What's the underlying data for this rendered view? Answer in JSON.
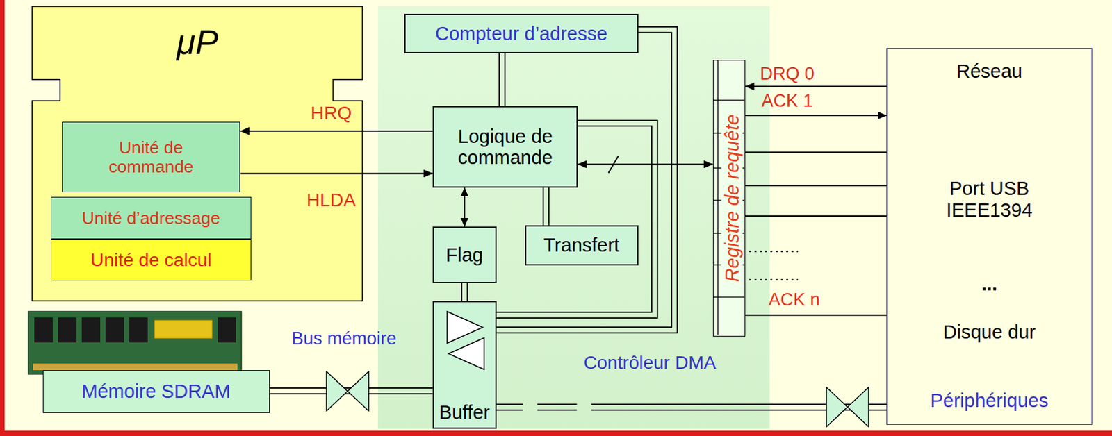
{
  "diagram": {
    "nodes": [
      {
        "text": [
          "μP"
        ]
      },
      {
        "text": [
          "Unité de commande"
        ],
        "in": 0
      },
      {
        "text": [
          "Unité d’adressage"
        ],
        "in": 0
      },
      {
        "text": [
          "Unité de calcul"
        ],
        "in": 0
      },
      {
        "text": [
          "Contrôleur DMA"
        ]
      },
      {
        "text": [
          "Compteur d’adresse"
        ],
        "in": 4
      },
      {
        "text": [
          "Logique de commande"
        ],
        "in": 4
      },
      {
        "text": [
          "Flag"
        ],
        "in": 4
      },
      {
        "text": [
          "Transfert"
        ],
        "in": 4
      },
      {
        "text": [
          "Buffer"
        ],
        "in": 4
      },
      {
        "text": [
          "Registre de requête"
        ],
        "in": 4
      },
      {
        "text": [
          "Réseau",
          "Port USB IEEE1394",
          "...",
          "Disque dur",
          "Périphériques"
        ]
      },
      {
        "text": [
          "Mémoire SDRAM"
        ]
      }
    ],
    "edges": [
      {
        "from": 6,
        "to": 1,
        "arrow": "to",
        "label": "HRQ"
      },
      {
        "from": 1,
        "to": 6,
        "arrow": "to",
        "label": "HLDA"
      },
      {
        "from": 5,
        "to": 6,
        "arrow": "none"
      },
      {
        "from": 6,
        "to": 7,
        "arrow": "both"
      },
      {
        "from": 6,
        "to": 8,
        "arrow": "none"
      },
      {
        "from": 7,
        "to": 9,
        "arrow": "none"
      },
      {
        "from": 6,
        "to": 10,
        "arrow": "both"
      },
      {
        "from": 5,
        "to": 9,
        "arrow": "none"
      },
      {
        "from": 6,
        "to": 9,
        "arrow": "none"
      },
      {
        "from": 9,
        "to": 12,
        "arrow": "none",
        "label": "Bus mémoire"
      },
      {
        "from": 9,
        "to": 11,
        "arrow": "none"
      },
      {
        "from": 11,
        "to": 10,
        "arrow": "to",
        "label": "DRQ 0"
      },
      {
        "from": 10,
        "to": 11,
        "arrow": "to",
        "label": "ACK 1"
      },
      {
        "from": 10,
        "to": 11,
        "arrow": "none"
      },
      {
        "from": 10,
        "to": 11,
        "arrow": "none"
      },
      {
        "from": 10,
        "to": 11,
        "arrow": "none"
      },
      {
        "from": 10,
        "to": 11,
        "arrow": "none",
        "label": "ACK n"
      }
    ]
  }
}
